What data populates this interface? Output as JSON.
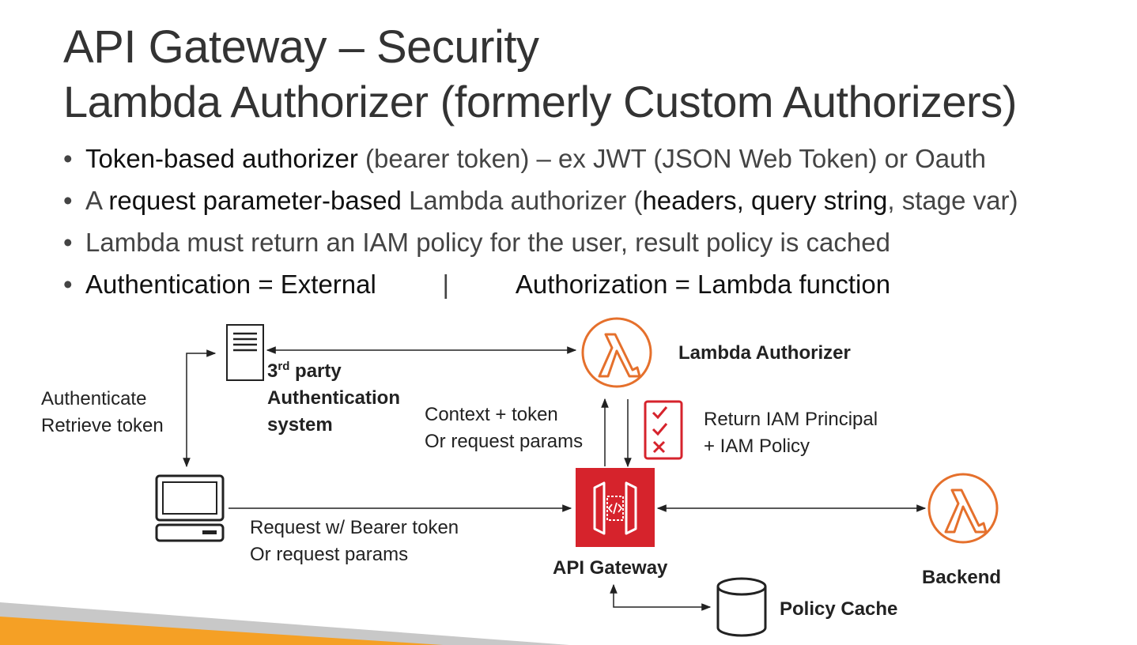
{
  "title_line1": "API Gateway – Security",
  "title_line2": "Lambda Authorizer (formerly Custom Authorizers)",
  "bullets": {
    "b1": {
      "p1": "T",
      "p2": "oken-based authorizer",
      "p3": " (bearer token) – ex JWT (JSON Web Token) or Oauth"
    },
    "b2": {
      "p1": "A ",
      "p2": "request parameter-based",
      "p3": " Lambda authorizer (",
      "p4": "headers, query string",
      "p5": ", stage var)"
    },
    "b3": "Lambda must return an IAM policy for the user, result policy is cached",
    "b4": {
      "left": "Authentication = External",
      "sep": "|",
      "right": "Authorization = Lambda function"
    }
  },
  "diagram": {
    "third_party": {
      "line1_pre": "3",
      "line1_sup": "rd",
      "line1_post": " party",
      "line2": "Authentication",
      "line3": "system"
    },
    "lambda_authorizer": "Lambda Authorizer",
    "authenticate": {
      "line1": "Authenticate",
      "line2": "Retrieve token"
    },
    "context": {
      "line1": "Context + token",
      "line2": "Or request params"
    },
    "return_iam": {
      "line1": "Return IAM Principal",
      "line2": "+ IAM Policy"
    },
    "request": {
      "line1": "Request w/ Bearer token",
      "line2": "Or request params"
    },
    "api_gateway": "API Gateway",
    "backend": "Backend",
    "policy_cache": "Policy Cache"
  },
  "colors": {
    "lambda_orange": "#e5702c",
    "gateway_red": "#d6232c",
    "checklist_red": "#d6232c",
    "footer_orange": "#f5a025",
    "footer_gray": "#c8c8c8"
  },
  "icons": [
    "server-icon",
    "lambda-icon",
    "checklist-icon",
    "laptop-icon",
    "api-gateway-icon",
    "database-icon"
  ]
}
